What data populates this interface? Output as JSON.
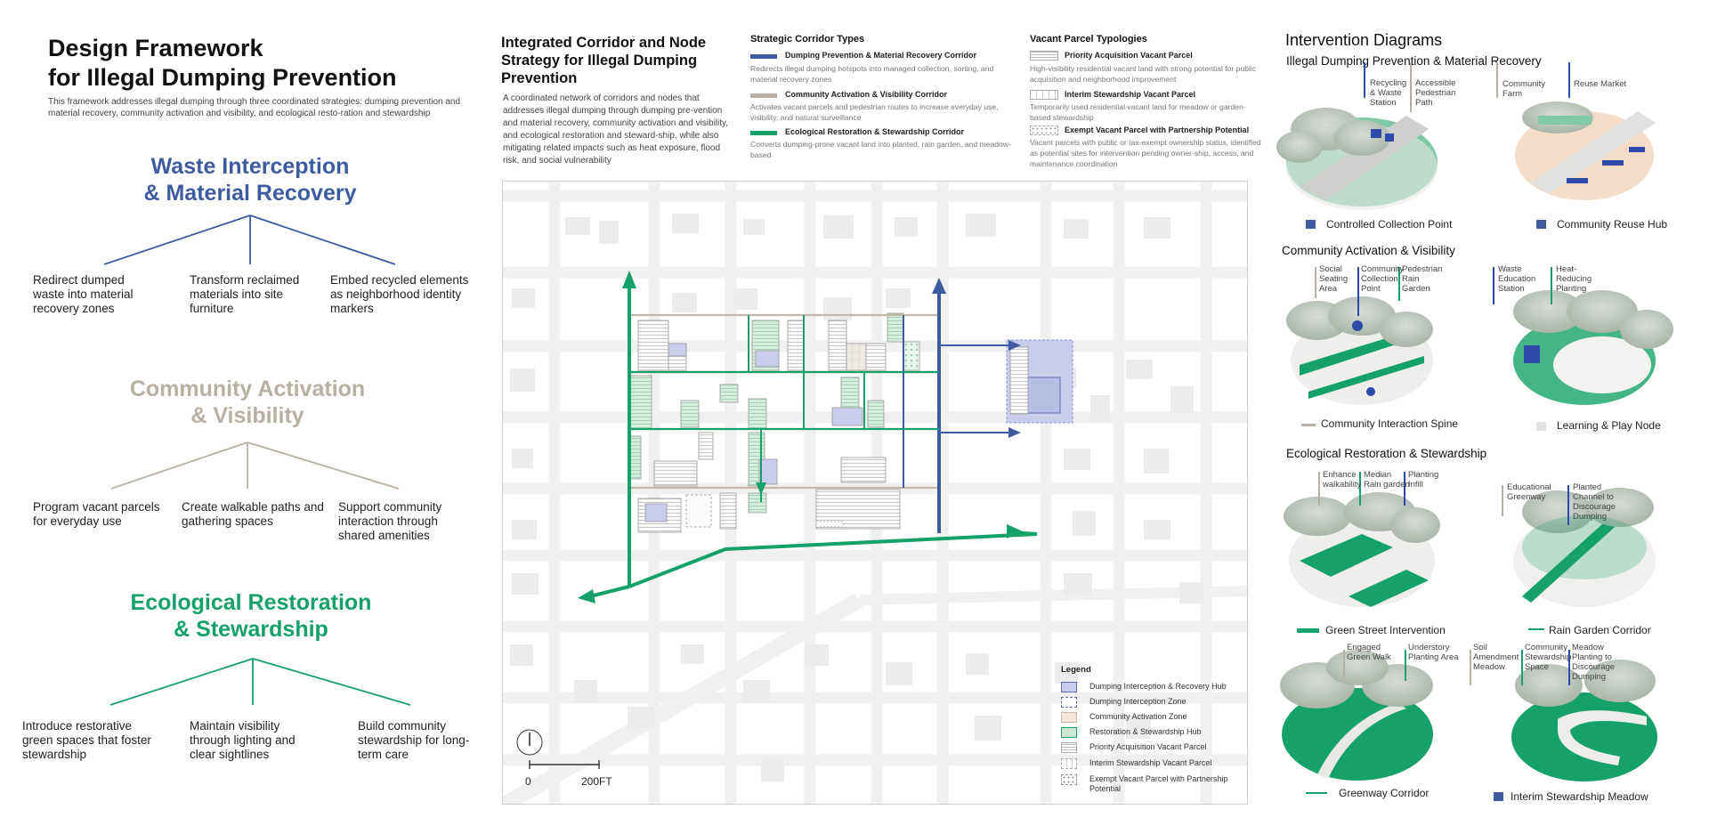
{
  "framework": {
    "title_line1": "Design Framework",
    "title_line2": "for Illegal Dumping Prevention",
    "description": "This framework addresses illegal dumping through three coordinated strategies: dumping prevention and material recovery, community activation and visibility, and ecological resto-ration and stewardship",
    "strategies": [
      {
        "title_line1": "Waste Interception",
        "title_line2": "& Material Recovery",
        "color": "#3f5ba0",
        "branches": [
          "Redirect dumped waste into material recovery zones",
          "Transform reclaimed materials into site furniture",
          "Embed recycled elements as neighborhood identity markers"
        ]
      },
      {
        "title_line1": "Community Activation",
        "title_line2": "& Visibility",
        "color": "#b8b0a2",
        "branches": [
          "Program vacant parcels for everyday use",
          "Create walkable paths and gathering spaces",
          "Support community interaction through shared amenities"
        ]
      },
      {
        "title_line1": "Ecological Restoration",
        "title_line2": "& Stewardship",
        "color": "#16a06a",
        "branches": [
          "Introduce restorative green spaces that foster stewardship",
          "Maintain visibility through lighting and clear sightlines",
          "Build community stewardship for long-term care"
        ]
      }
    ]
  },
  "corridor": {
    "title": "Integrated Corridor and Node Strategy for Illegal Dumping Prevention",
    "description": "A coordinated network of corridors and nodes that addresses illegal dumping through dumping pre-vention and material recovery, community activation and visibility, and ecological restoration and steward-ship, while also mitigating related impacts such as heat exposure, flood risk, and social vulnerability",
    "corridor_types_heading": "Strategic Corridor Types",
    "corridor_types": [
      {
        "title": "Dumping Prevention & Material Recovery Corridor",
        "desc": "Redirects illegal dumping hotspots into managed collection, sorting, and material recovery zones",
        "color": "#3f5ba0"
      },
      {
        "title": "Community Activation & Visibility Corridor",
        "desc": "Activates vacant parcels and pedestrian routes to increase everyday use, visibility, and natural surveillance",
        "color": "#b8b0a2"
      },
      {
        "title": "Ecological Restoration & Stewardship Corridor",
        "desc": "Converts dumping-prone vacant land into planted, rain garden, and meadow-based",
        "color": "#16a06a"
      }
    ],
    "parcel_types_heading": "Vacant Parcel Typologies",
    "parcel_types": [
      {
        "title": "Priority Acquisition Vacant Parcel",
        "desc": "High-visibility residential vacant land with strong potential for public acquisition and neighborhood improvement"
      },
      {
        "title": "Interim Stewardship Vacant Parcel",
        "desc": "Temporarily used residential vacant land for meadow or garden-based stewardship"
      },
      {
        "title": "Exempt Vacant Parcel with Partnership Potential",
        "desc": "Vacant parcels with public or tax-exempt ownership status, identified as potential sites for intervention pending owner-ship, access, and maintenance coordination"
      }
    ]
  },
  "map": {
    "legend_title": "Legend",
    "legend": [
      "Dumping Interception & Recovery Hub",
      "Dumping Interception Zone",
      "Community Activation Zone",
      "Restoration & Stewardship Hub",
      "Priority Acquisition Vacant Parcel",
      "Interim Stewardship Vacant Parcel",
      "Exempt Vacant Parcel with Partnership Potential"
    ],
    "scale_start": "0",
    "scale_end": "200FT"
  },
  "diagrams": {
    "heading": "Intervention Diagrams",
    "sections": [
      "Illegal Dumping Prevention & Material Recovery",
      "Community Activation & Visibility",
      "Ecological Restoration & Stewardship"
    ],
    "panels": [
      {
        "callouts": [
          "Recycling & Waste Station",
          "Accessible Pedestrian Path"
        ],
        "caption": "Controlled Collection Point"
      },
      {
        "callouts": [
          "Community Farm",
          "Reuse Market"
        ],
        "caption": "Community Reuse Hub"
      },
      {
        "callouts": [
          "Social Seating Area",
          "Community Collection Point",
          "Pedestrian Rain Garden"
        ],
        "caption": "Community Interaction Spine"
      },
      {
        "callouts": [
          "Waste Education Station",
          "Heat-Reducing Planting"
        ],
        "caption": "Learning & Play Node"
      },
      {
        "callouts": [
          "Enhance walkability",
          "Median Rain garden",
          "Planting Infill"
        ],
        "caption": "Green Street Intervention"
      },
      {
        "callouts": [
          "Educational Greenway",
          "Planted Channel to Discourage Dumping"
        ],
        "caption": "Rain Garden Corridor"
      },
      {
        "callouts": [
          "Engaged Green Walk",
          "Understory Planting Area"
        ],
        "caption": "Greenway Corridor"
      },
      {
        "callouts": [
          "Soil Amendment Meadow",
          "Community Stewardship Space",
          "Meadow Planting to Discourage Dumping"
        ],
        "caption": "Interim Stewardship Meadow"
      }
    ]
  },
  "colors": {
    "blue": "#3f5ba0",
    "tan": "#b8b0a2",
    "green": "#16a06a",
    "light_green": "#cfe8d6",
    "hub_blue": "#c9cdeb"
  }
}
